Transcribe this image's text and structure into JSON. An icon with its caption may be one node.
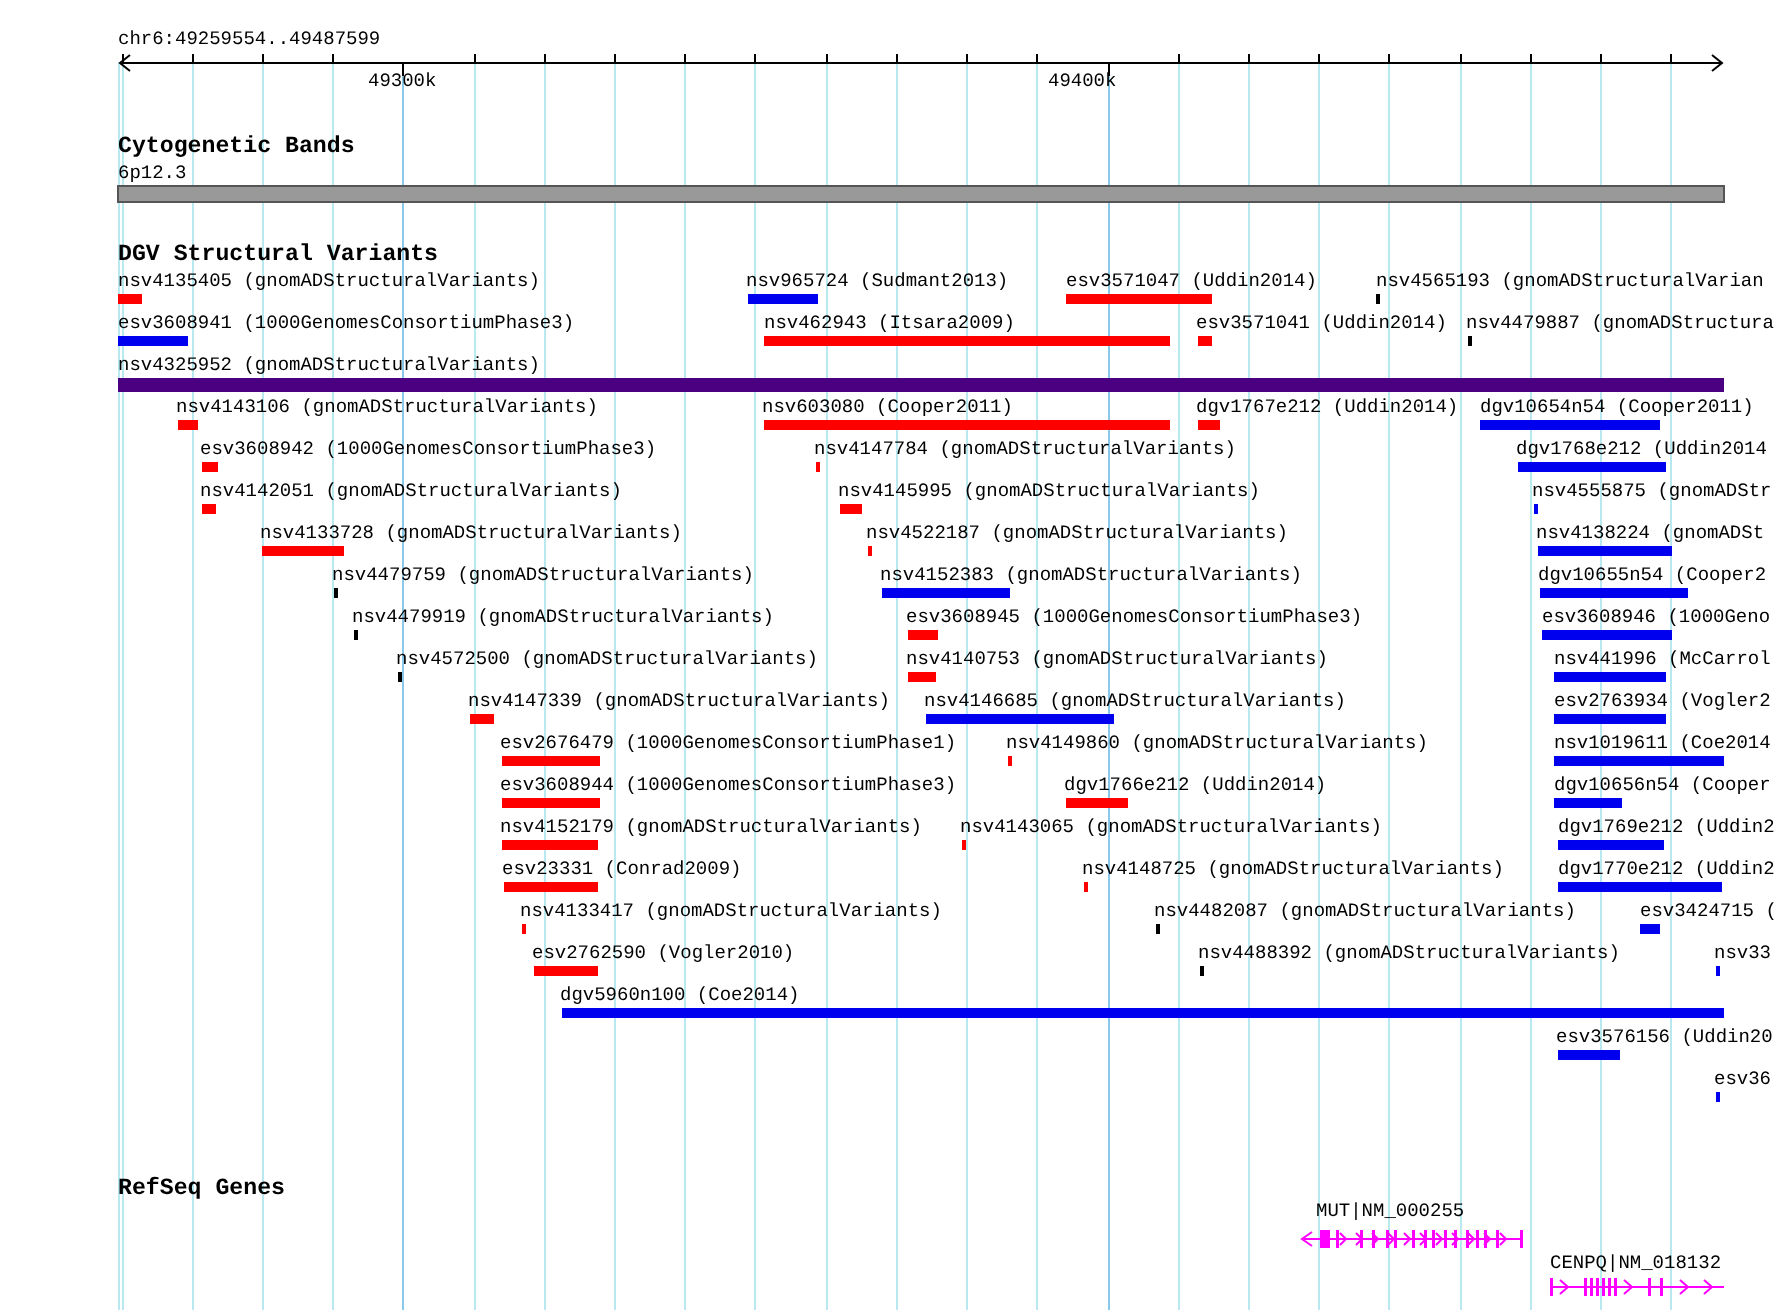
{
  "diagram": {
    "labels": [
      "chr6:49259554..49487599",
      "49300k",
      "49400k",
      "Cytogenetic Bands",
      "6p12.3",
      "DGV Structural Variants",
      "nsv4135405 (gnomADStructuralVariants)",
      "nsv965724 (Sudmant2013)",
      "esv3571047 (Uddin2014)",
      "nsv4565193 (gnomADStructuralVarian",
      "esv3608941 (1000GenomesConsortiumPhase3)",
      "nsv462943 (Itsara2009)",
      "esv3571041 (Uddin2014)",
      "nsv4479887 (gnomADStructura",
      "nsv4325952 (gnomADStructuralVariants)",
      "nsv4143106 (gnomADStructuralVariants)",
      "nsv603080 (Cooper2011)",
      "dgv1767e212 (Uddin2014)",
      "dgv10654n54 (Cooper2011)",
      "esv3608942 (1000GenomesConsortiumPhase3)",
      "nsv4147784 (gnomADStructuralVariants)",
      "dgv1768e212 (Uddin2014",
      "nsv4142051 (gnomADStructuralVariants)",
      "nsv4145995 (gnomADStructuralVariants)",
      "nsv4555875 (gnomADStr",
      "nsv4133728 (gnomADStructuralVariants)",
      "nsv4522187 (gnomADStructuralVariants)",
      "nsv4138224 (gnomADSt",
      "nsv4479759 (gnomADStructuralVariants)",
      "nsv4152383 (gnomADStructuralVariants)",
      "dgv10655n54 (Cooper2",
      "nsv4479919 (gnomADStructuralVariants)",
      "esv3608945 (1000GenomesConsortiumPhase3)",
      "esv3608946 (1000Geno",
      "nsv4572500 (gnomADStructuralVariants)",
      "nsv4140753 (gnomADStructuralVariants)",
      "nsv441996 (McCarrol",
      "nsv4147339 (gnomADStructuralVariants)",
      "nsv4146685 (gnomADStructuralVariants)",
      "esv2763934 (Vogler2",
      "esv2676479 (1000GenomesConsortiumPhase1)",
      "nsv4149860 (gnomADStructuralVariants)",
      "nsv1019611 (Coe2014",
      "esv3608944 (1000GenomesConsortiumPhase3)",
      "dgv1766e212 (Uddin2014)",
      "dgv10656n54 (Cooper",
      "nsv4152179 (gnomADStructuralVariants)",
      "nsv4143065 (gnomADStructuralVariants)",
      "dgv1769e212 (Uddin2",
      "esv23331 (Conrad2009)",
      "nsv4148725 (gnomADStructuralVariants)",
      "dgv1770e212 (Uddin2",
      "nsv4133417 (gnomADStructuralVariants)",
      "nsv4482087 (gnomADStructuralVariants)",
      "esv3424715 (",
      "esv2762590 (Vogler2010)",
      "nsv4488392 (gnomADStructuralVariants)",
      "nsv33",
      "dgv5960n100 (Coe2014)",
      "esv3576156 (Uddin20",
      "esv36",
      "RefSeq Genes",
      "MUT|NM_000255",
      "CENPQ|NM_018132"
    ]
  }
}
